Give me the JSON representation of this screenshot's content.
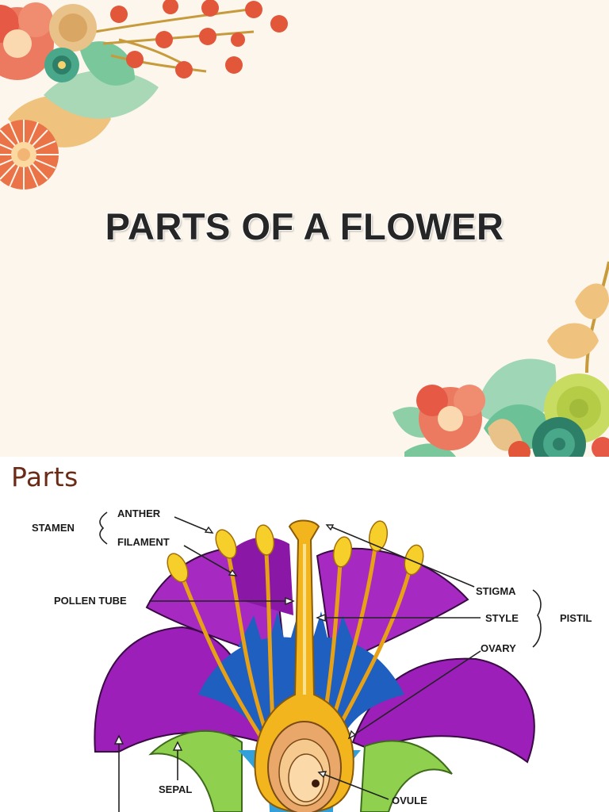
{
  "slide1": {
    "title": "PARTS OF A FLOWER"
  },
  "slide2": {
    "heading": "Parts",
    "labels": {
      "stamen": "STAMEN",
      "anther": "ANTHER",
      "filament": "FILAMENT",
      "pollen_tube": "POLLEN TUBE",
      "stigma": "STIGMA",
      "style": "STYLE",
      "pistil": "PISTIL",
      "ovary": "OVARY",
      "sepal": "SEPAL",
      "ovule": "OVULE"
    }
  },
  "colors": {
    "slide_background": "#fdf6ec",
    "petal": "#9b1fb8",
    "petal_highlight": "#c23fd6",
    "pistil": "#f3b51d",
    "anther": "#f6cf2a",
    "sepal": "#8fd14f",
    "inner_blue": "#1f5fbf",
    "ovary": "#e9a86a",
    "heading": "#6b2b17"
  }
}
